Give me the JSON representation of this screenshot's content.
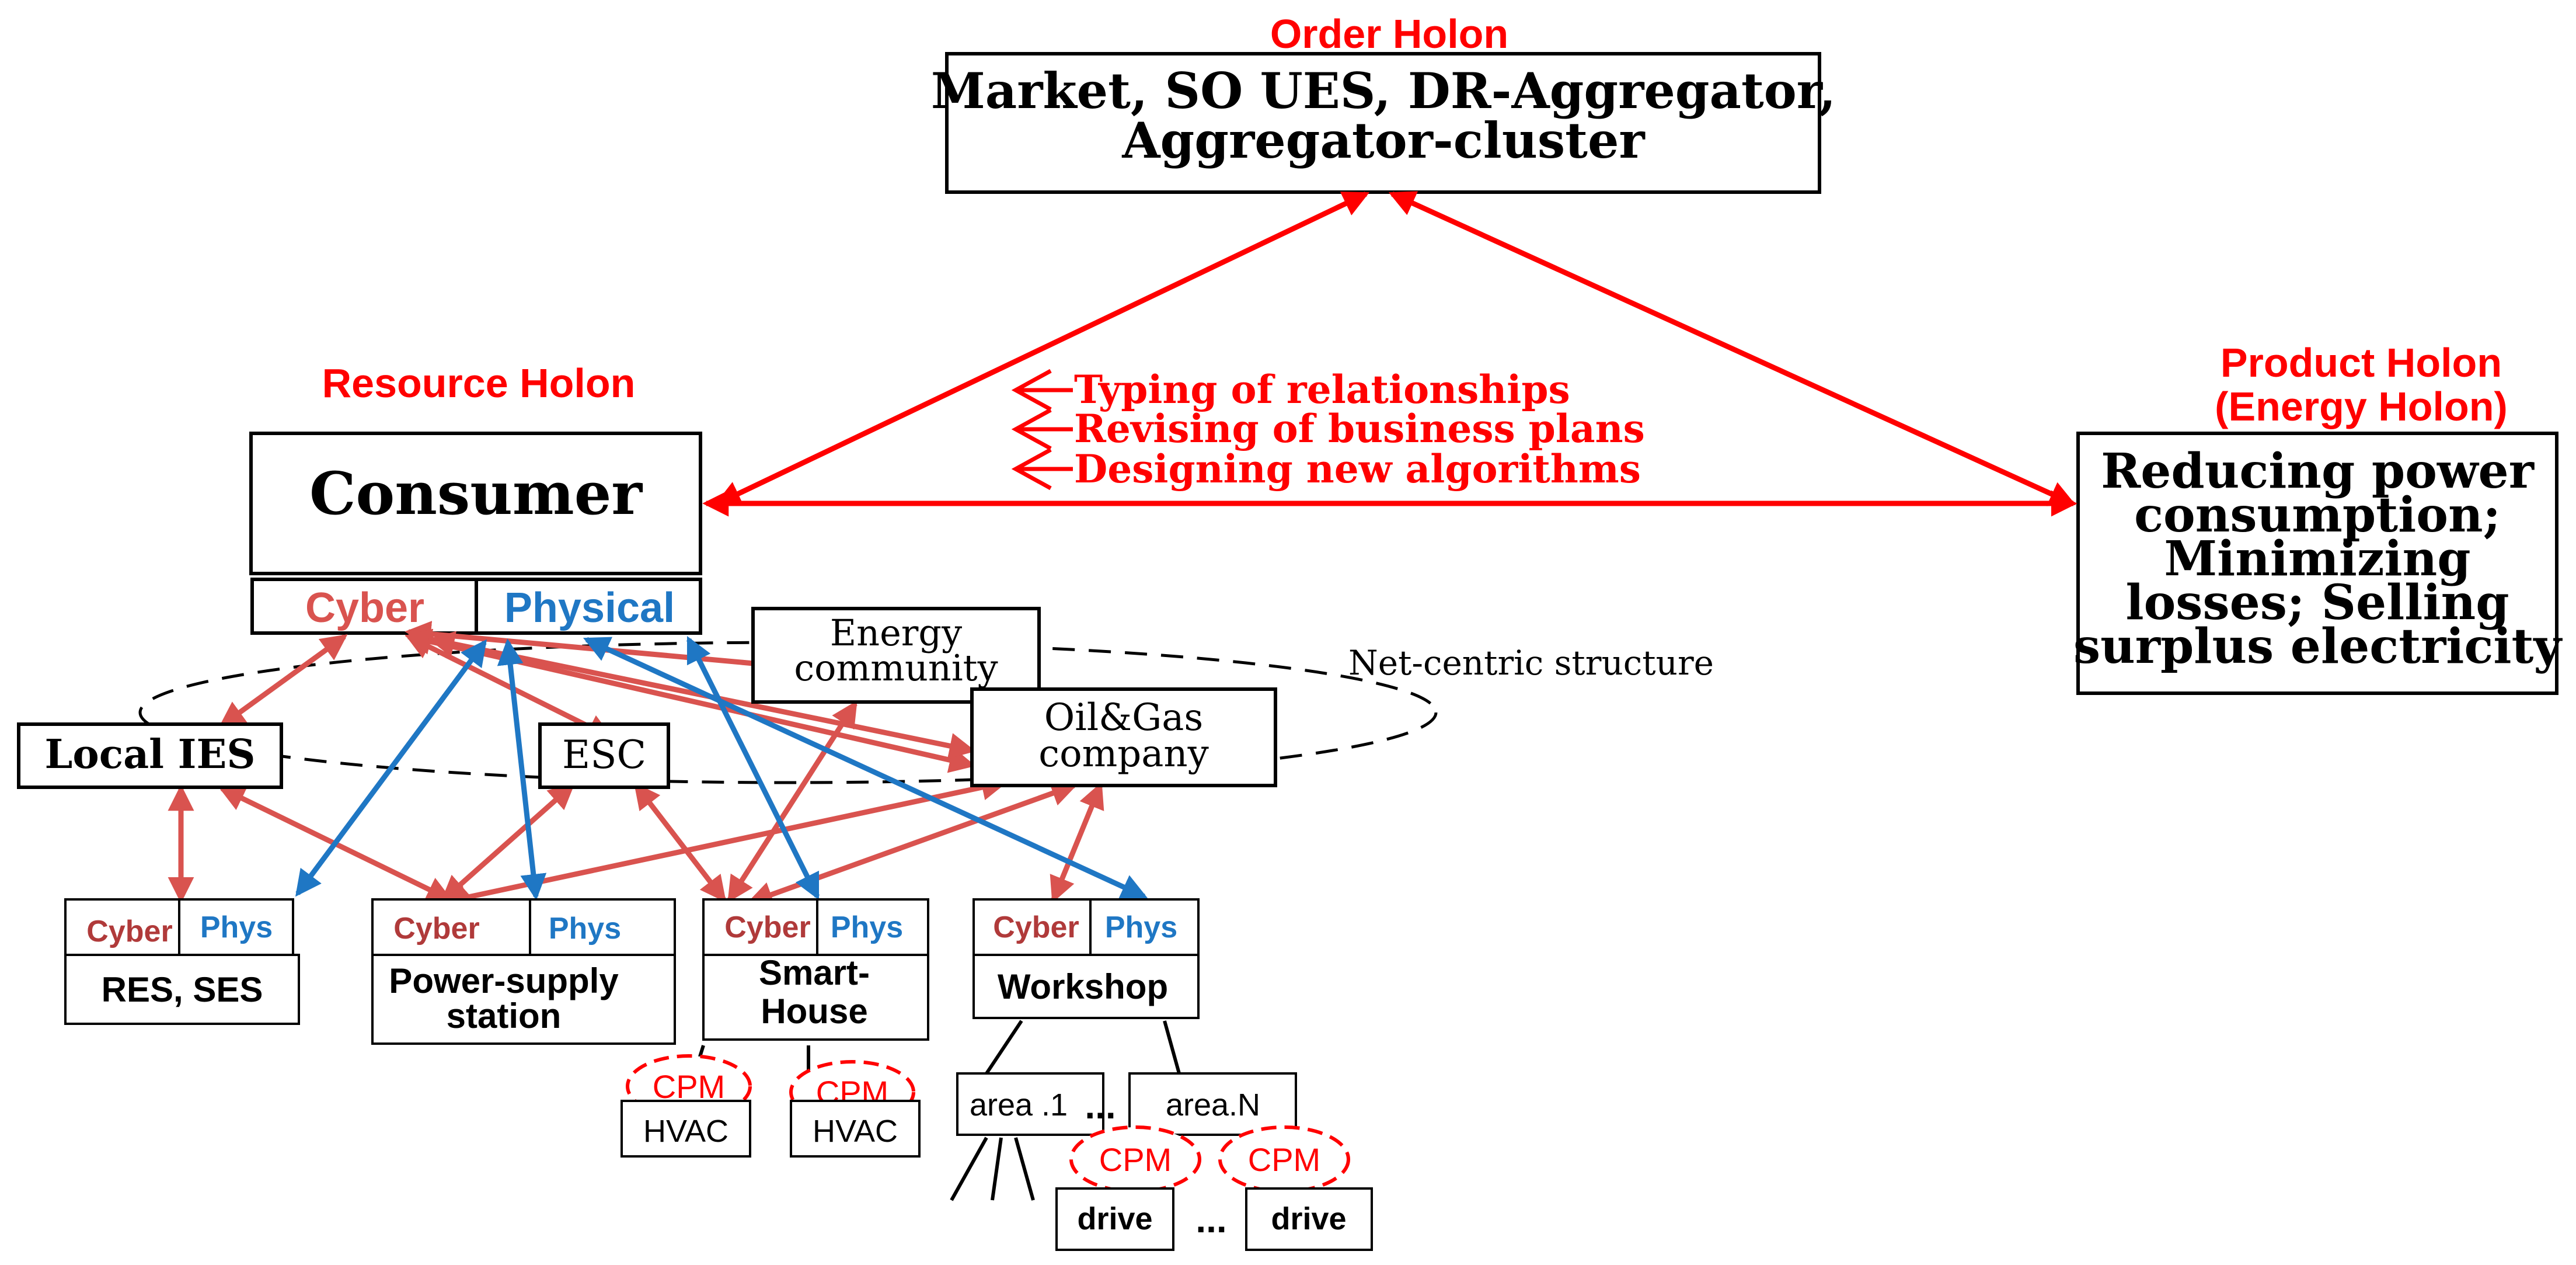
{
  "colors": {
    "holon_red": "#ff0000",
    "cyber_red": "#d9534f",
    "cyber_dark_red": "#b03a3a",
    "physical_blue": "#1f77c4",
    "black": "#000000"
  },
  "order_holon": {
    "heading": "Order Holon",
    "line1": "Market, SO UES, DR-Aggregator,",
    "line2": "Aggregator-cluster"
  },
  "resource_holon": {
    "heading": "Resource Holon",
    "consumer": "Consumer",
    "cyber": "Cyber",
    "physical": "Physical"
  },
  "product_holon": {
    "heading1": "Product Holon",
    "heading2": "(Energy Holon)",
    "lines": [
      "Reducing power",
      "consumption;",
      "Minimizing",
      "losses; Selling",
      "surplus electricity"
    ]
  },
  "relations": {
    "items": [
      "Typing of relationships",
      "Revising of business plans",
      "Designing new algorithms"
    ]
  },
  "network": {
    "label": "Net-centric structure",
    "energy_community": [
      "Energy",
      "community"
    ],
    "oil_gas": [
      "Oil&Gas",
      "company"
    ],
    "local_ies": "Local IES",
    "esc": "ESC"
  },
  "units": {
    "cyber": "Cyber",
    "phys": "Phys",
    "res_ses": "RES, SES",
    "power_supply": [
      "Power-supply",
      "station"
    ],
    "smart_house": [
      "Smart-",
      "House"
    ],
    "workshop": "Workshop"
  },
  "devices": {
    "cpm": "CPM",
    "hvac": "HVAC",
    "area1": "area .1",
    "areaN": "area.N",
    "drive": "drive",
    "ellipsis": "..."
  }
}
